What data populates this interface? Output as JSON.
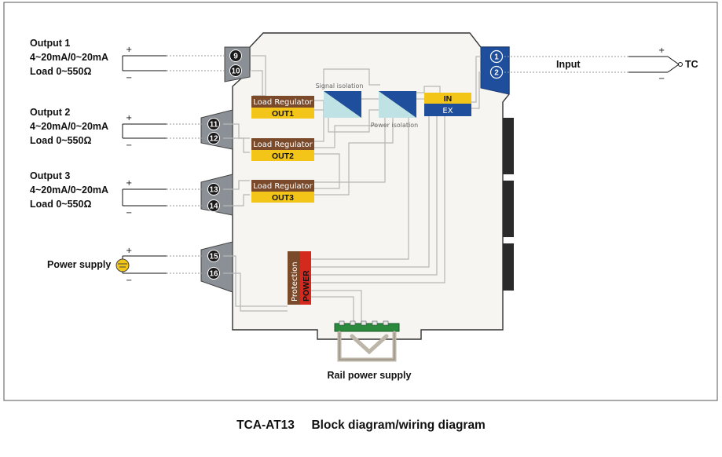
{
  "outputs": [
    {
      "title": "Output 1",
      "range": "4~20mA/0~20mA",
      "load": "Load 0~550Ω",
      "plus": "+",
      "minus": "−",
      "terminals": [
        "9",
        "10"
      ]
    },
    {
      "title": "Output 2",
      "range": "4~20mA/0~20mA",
      "load": "Load 0~550Ω",
      "plus": "+",
      "minus": "−",
      "terminals": [
        "11",
        "12"
      ]
    },
    {
      "title": "Output 3",
      "range": "4~20mA/0~20mA",
      "load": "Load 0~550Ω",
      "plus": "+",
      "minus": "−",
      "terminals": [
        "13",
        "14"
      ]
    }
  ],
  "power": {
    "label": "Power supply",
    "plus": "+",
    "minus": "−",
    "terminals": [
      "15",
      "16"
    ]
  },
  "input": {
    "label": "Input",
    "sensor": "TC",
    "plus": "+",
    "minus": "−",
    "terminals": [
      "1",
      "2"
    ]
  },
  "blocks": {
    "load_regulator": "Load Regulator",
    "out1": "OUT1",
    "out2": "OUT2",
    "out3": "OUT3",
    "signal_isolation": "Signal isolation",
    "power_isolation": "Power isolation",
    "in": "IN",
    "ex": "EX",
    "protection": "Protection",
    "power": "POWER"
  },
  "rail_label": "Rail power supply",
  "caption": {
    "model": "TCA-AT13",
    "title": "Block diagram/wiring diagram"
  },
  "colors": {
    "brown": "#7a4a2a",
    "yellow": "#f2c518",
    "dark_blue": "#1f4e9c",
    "terminal_gray": "#6e7378",
    "body": "#f6f5f2",
    "red": "#d42a1e"
  }
}
